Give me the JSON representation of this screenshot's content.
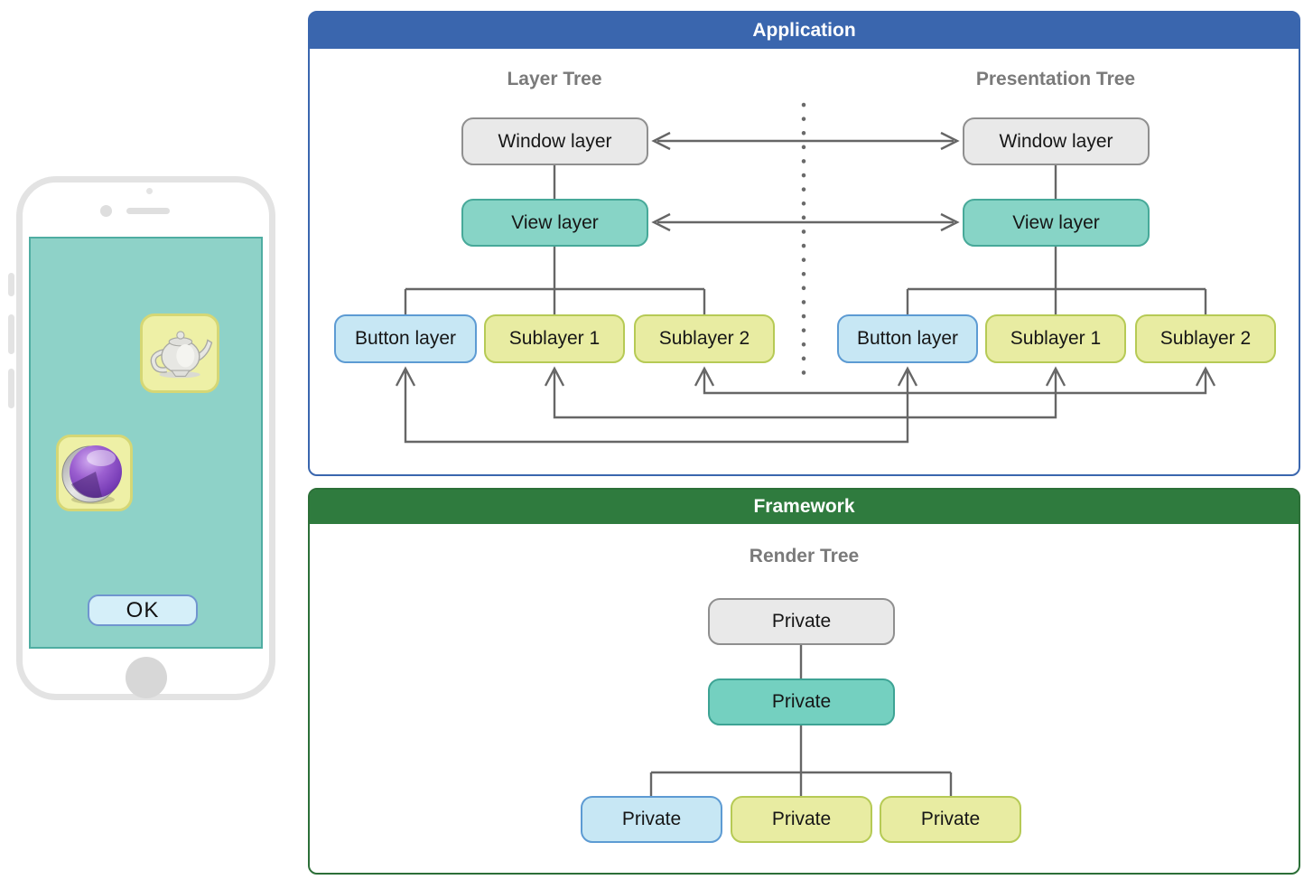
{
  "application": {
    "title": "Application",
    "layer_tree": {
      "title": "Layer Tree",
      "nodes": {
        "window": "Window layer",
        "view": "View layer",
        "button": "Button layer",
        "sub1": "Sublayer 1",
        "sub2": "Sublayer 2"
      }
    },
    "presentation_tree": {
      "title": "Presentation Tree",
      "nodes": {
        "window": "Window layer",
        "view": "View layer",
        "button": "Button layer",
        "sub1": "Sublayer 1",
        "sub2": "Sublayer 2"
      }
    }
  },
  "framework": {
    "title": "Framework",
    "render_tree": {
      "title": "Render Tree",
      "nodes": {
        "root": "Private",
        "branch": "Private",
        "child1": "Private",
        "child2": "Private",
        "child3": "Private"
      }
    }
  },
  "phone": {
    "ok_label": "OK",
    "icons": {
      "teapot": "teapot-icon",
      "sphere": "core-animation-icon"
    }
  },
  "colors": {
    "application_header": "#3a66ae",
    "framework_header": "#2f7b3e",
    "node_gray": "#e9e9e9",
    "node_teal": "#87d4c6",
    "node_blue": "#c7e7f4",
    "node_yellow": "#e8eca2",
    "connector_gray": "#666666",
    "phone_screen_teal": "#8ed2c8",
    "icon_tile_yellow": "#eef0a6"
  }
}
